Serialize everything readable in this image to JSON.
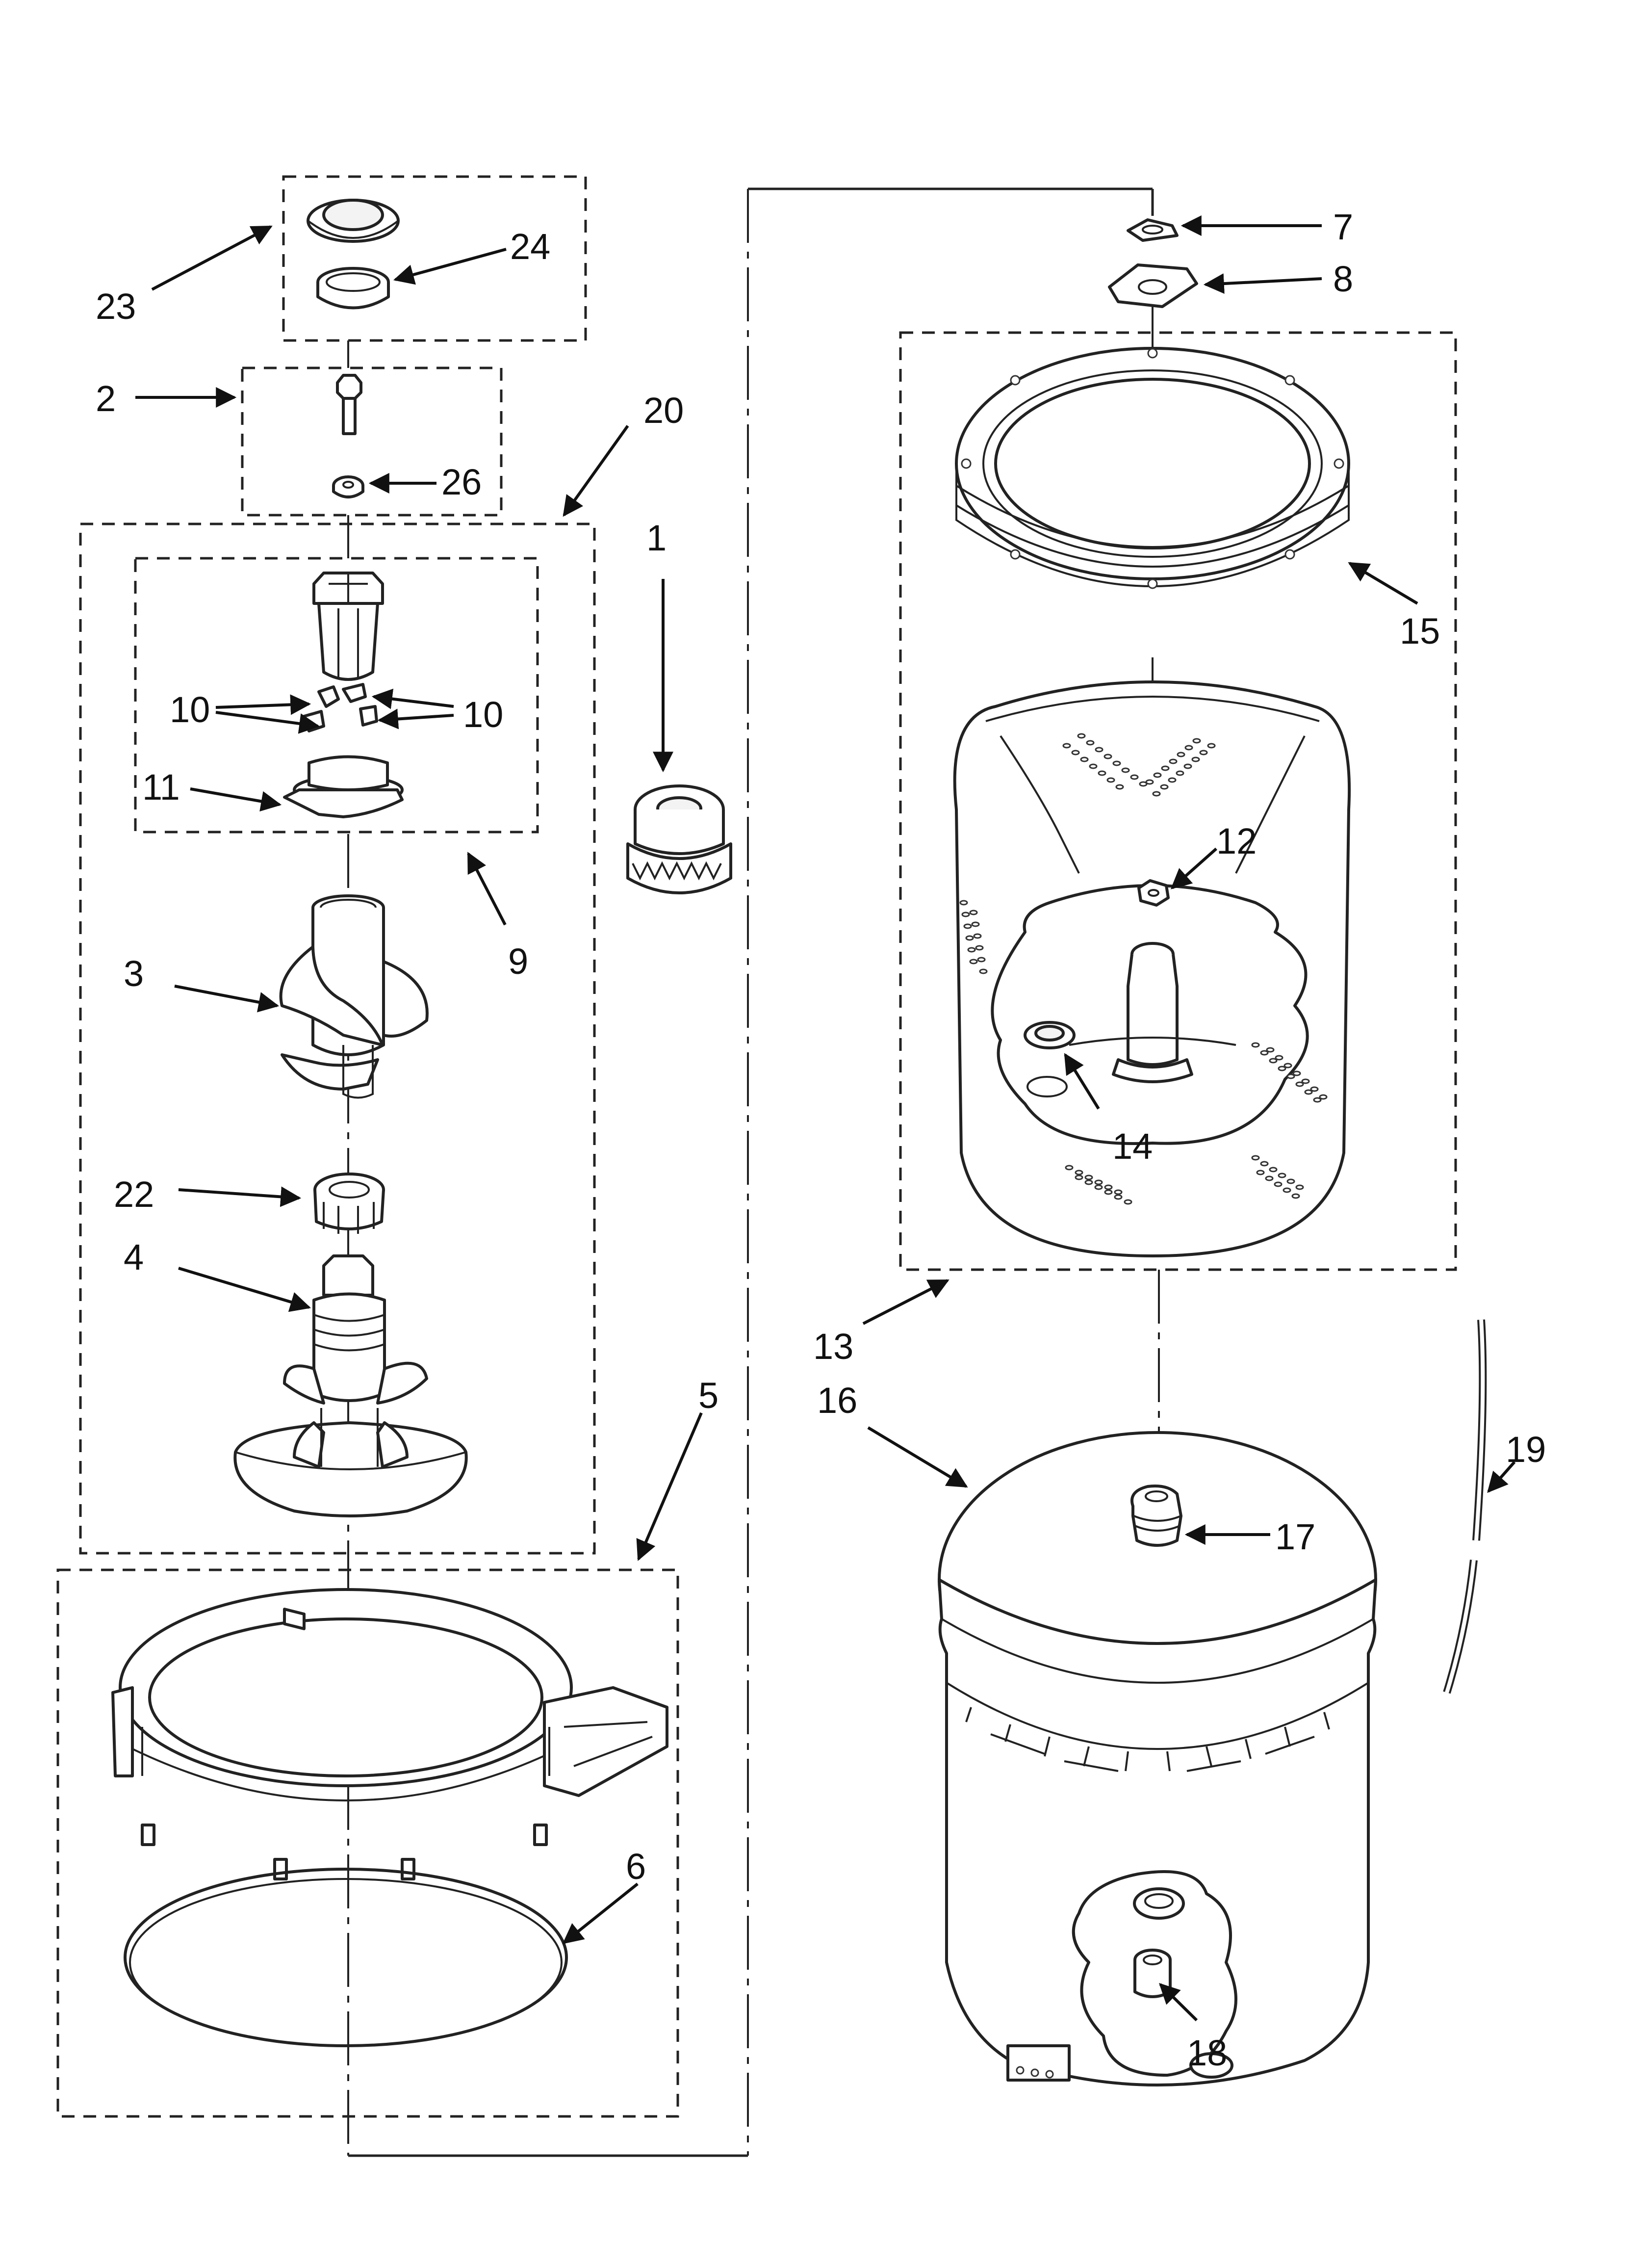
{
  "diagram": {
    "callouts": [
      {
        "id": "c23",
        "text": "23"
      },
      {
        "id": "c24",
        "text": "24"
      },
      {
        "id": "c2",
        "text": "2"
      },
      {
        "id": "c26",
        "text": "26"
      },
      {
        "id": "c20",
        "text": "20"
      },
      {
        "id": "c1",
        "text": "1"
      },
      {
        "id": "c10a",
        "text": "10"
      },
      {
        "id": "c10b",
        "text": "10"
      },
      {
        "id": "c11",
        "text": "11"
      },
      {
        "id": "c9",
        "text": "9"
      },
      {
        "id": "c3",
        "text": "3"
      },
      {
        "id": "c22",
        "text": "22"
      },
      {
        "id": "c4",
        "text": "4"
      },
      {
        "id": "c5",
        "text": "5"
      },
      {
        "id": "c6",
        "text": "6"
      },
      {
        "id": "c7",
        "text": "7"
      },
      {
        "id": "c8",
        "text": "8"
      },
      {
        "id": "c15",
        "text": "15"
      },
      {
        "id": "c12",
        "text": "12"
      },
      {
        "id": "c14",
        "text": "14"
      },
      {
        "id": "c13",
        "text": "13"
      },
      {
        "id": "c16",
        "text": "16"
      },
      {
        "id": "c17",
        "text": "17"
      },
      {
        "id": "c19",
        "text": "19"
      },
      {
        "id": "c18",
        "text": "18"
      }
    ]
  }
}
